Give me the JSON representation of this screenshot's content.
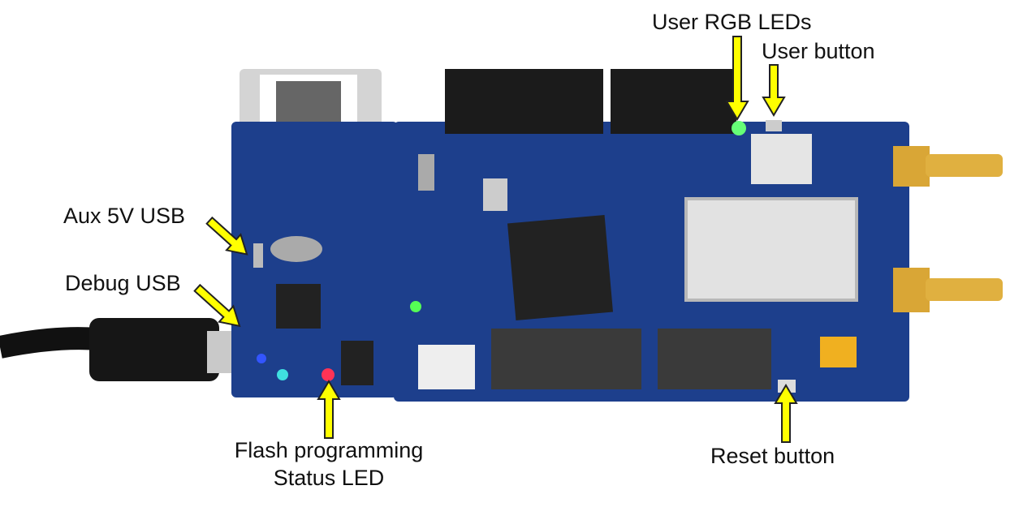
{
  "labels": {
    "user_rgb_leds": "User RGB LEDs",
    "user_button": "User button",
    "aux_usb": "Aux 5V USB",
    "debug_usb": "Debug USB",
    "flash_line1": "Flash programming",
    "flash_line2": "Status LED",
    "reset_button": "Reset button"
  },
  "colors": {
    "board": "#1d3f8c",
    "arrow": "#ffff00",
    "header": "#1b1b1b",
    "gold": "#d9a636"
  }
}
